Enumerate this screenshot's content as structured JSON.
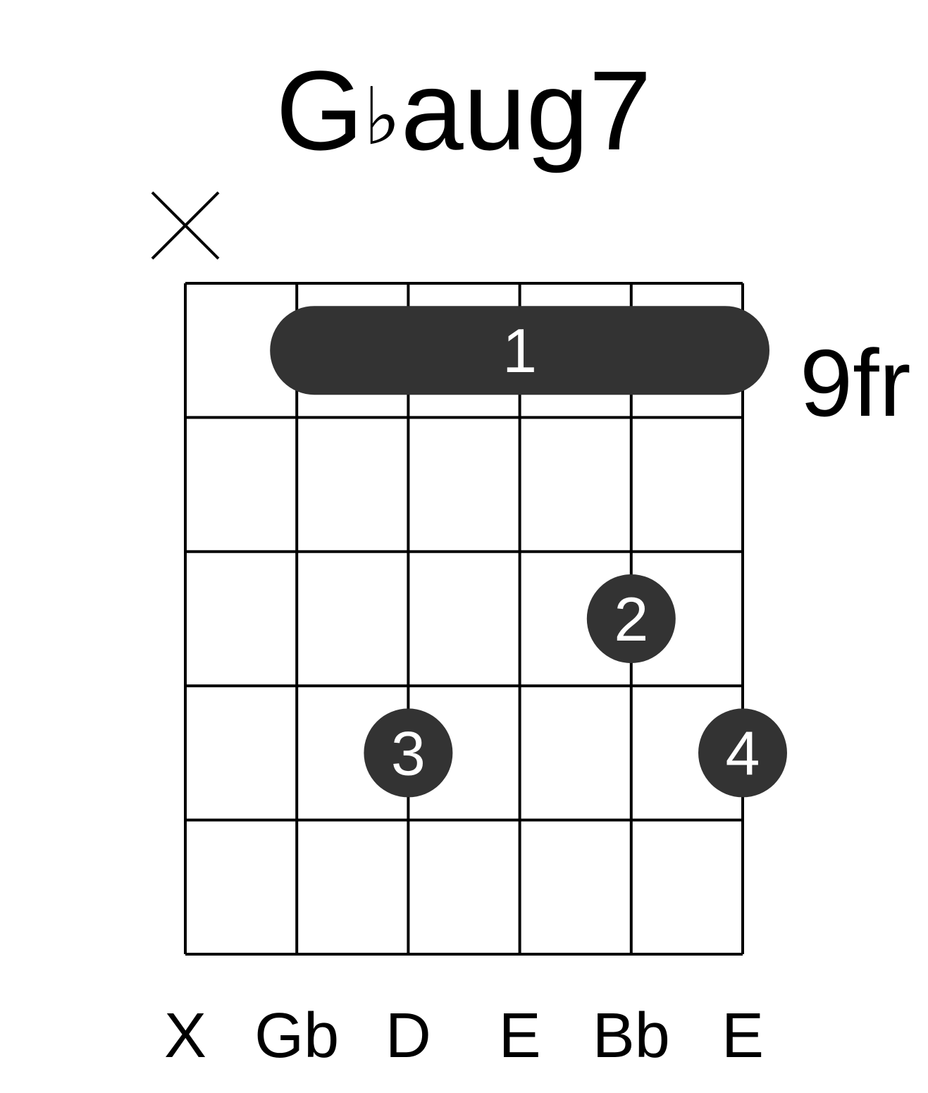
{
  "title": {
    "root": "G",
    "accidental": "♭",
    "quality": "aug7"
  },
  "fret_label": "9fr",
  "string_notes": [
    "X",
    "Gb",
    "D",
    "E",
    "Bb",
    "E"
  ],
  "string_states": [
    "muted",
    "fretted",
    "fretted",
    "fretted",
    "fretted",
    "fretted"
  ],
  "barre": {
    "finger": "1",
    "fret": 1,
    "from_string": 2,
    "to_string": 6
  },
  "fingers": [
    {
      "finger": "2",
      "string": 5,
      "fret": 3
    },
    {
      "finger": "3",
      "string": 3,
      "fret": 4
    },
    {
      "finger": "4",
      "string": 6,
      "fret": 4
    }
  ],
  "grid": {
    "strings": 6,
    "frets": 5
  },
  "colors": {
    "dot": "#333333",
    "dot_text": "#ffffff",
    "lines": "#000000",
    "background": "#ffffff"
  }
}
